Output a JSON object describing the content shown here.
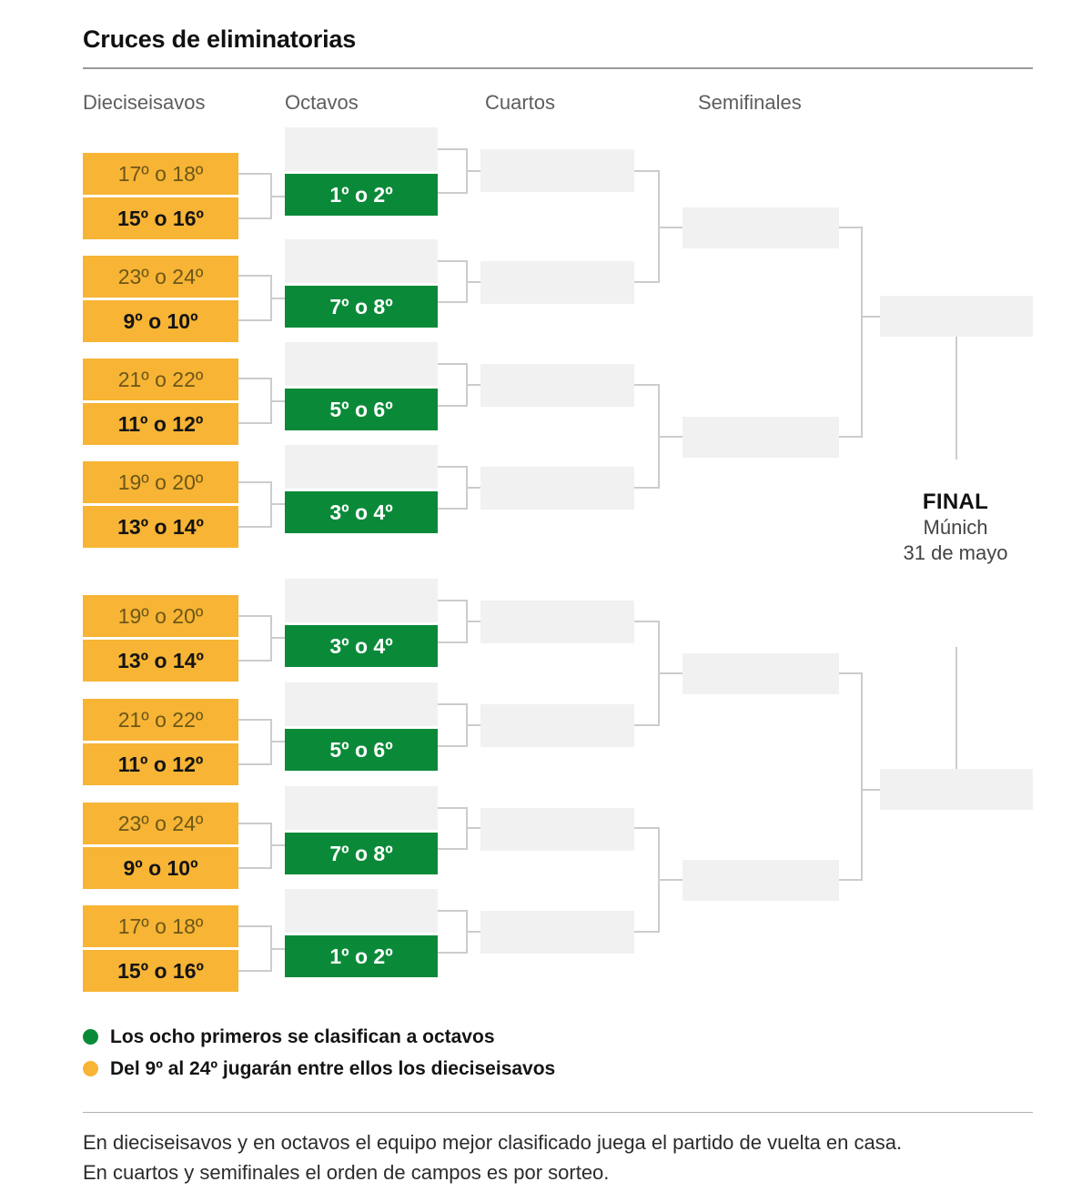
{
  "header": {
    "title": "Cruces de eliminatorias",
    "columns": [
      {
        "key": "dieciseisavos",
        "label": "Dieciseisavos"
      },
      {
        "key": "octavos",
        "label": "Octavos"
      },
      {
        "key": "cuartos",
        "label": "Cuartos"
      },
      {
        "key": "semifinales",
        "label": "Semifinales"
      }
    ]
  },
  "colors": {
    "green": "#0a8a38",
    "orange": "#f7b435",
    "empty_slot": "#f1f1f1",
    "connector": "#cccccc"
  },
  "bracket": {
    "round_of_32": [
      {
        "top": "17º o 18º",
        "bottom": "15º o 16º"
      },
      {
        "top": "23º o 24º",
        "bottom": "9º o 10º"
      },
      {
        "top": "21º o 22º",
        "bottom": "11º o 12º"
      },
      {
        "top": "19º o 20º",
        "bottom": "13º o 14º"
      },
      {
        "top": "19º o 20º",
        "bottom": "13º o 14º"
      },
      {
        "top": "21º o 22º",
        "bottom": "11º o 12º"
      },
      {
        "top": "23º o 24º",
        "bottom": "9º o 10º"
      },
      {
        "top": "17º o 18º",
        "bottom": "15º o 16º"
      }
    ],
    "round_of_16": [
      {
        "winner_slot": "",
        "seeded": "1º o 2º"
      },
      {
        "winner_slot": "",
        "seeded": "7º o 8º"
      },
      {
        "winner_slot": "",
        "seeded": "5º o 6º"
      },
      {
        "winner_slot": "",
        "seeded": "3º o 4º"
      },
      {
        "winner_slot": "",
        "seeded": "3º o 4º"
      },
      {
        "winner_slot": "",
        "seeded": "5º o 6º"
      },
      {
        "winner_slot": "",
        "seeded": "7º o 8º"
      },
      {
        "winner_slot": "",
        "seeded": "1º o 2º"
      }
    ],
    "quarter_finals": [
      "",
      "",
      "",
      "",
      "",
      "",
      "",
      ""
    ],
    "semi_finals": [
      "",
      "",
      "",
      ""
    ],
    "final_slots": [
      "",
      ""
    ]
  },
  "final": {
    "title": "FINAL",
    "city": "Múnich",
    "date": "31 de mayo"
  },
  "legend": [
    {
      "color_key": "green",
      "text": "Los ocho primeros se clasifican a octavos"
    },
    {
      "color_key": "orange",
      "text": "Del 9º al 24º jugarán entre ellos los dieciseisavos"
    }
  ],
  "footnote": {
    "line1": "En dieciseisavos y en octavos el equipo mejor clasificado juega el partido de vuelta en casa.",
    "line2": "En cuartos y semifinales el orden de campos es por sorteo."
  }
}
